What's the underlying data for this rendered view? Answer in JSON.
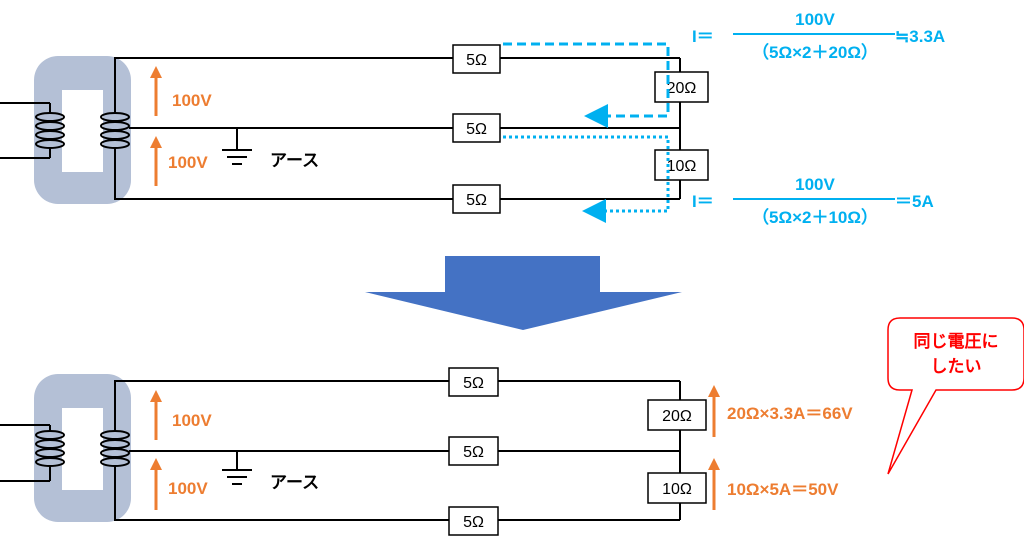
{
  "colors": {
    "orange": "#ed7d31",
    "blue": "#00b0f0",
    "red": "#ff0000",
    "core": "#b4c0d6",
    "arrow": "#4472c4"
  },
  "top": {
    "res_5a": "5Ω",
    "res_5b": "5Ω",
    "res_5c": "5Ω",
    "res_20": "20Ω",
    "res_10": "10Ω",
    "v1": "100V",
    "v2": "100V",
    "earth": "アース",
    "eq1": {
      "prefix": "I＝",
      "num": "100V",
      "den": "（5Ω×2＋20Ω）",
      "result": "≒3.3A"
    },
    "eq2": {
      "prefix": "I＝",
      "num": "100V",
      "den": "（5Ω×2＋10Ω）",
      "result": "＝5A"
    }
  },
  "bottom": {
    "res_5a": "5Ω",
    "res_5b": "5Ω",
    "res_5c": "5Ω",
    "res_20": "20Ω",
    "res_10": "10Ω",
    "v1": "100V",
    "v2": "100V",
    "earth": "アース",
    "drop_20": "20Ω×3.3A＝66V",
    "drop_10": "10Ω×5A＝50V"
  },
  "callout": {
    "line1": "同じ電圧に",
    "line2": "したい"
  }
}
